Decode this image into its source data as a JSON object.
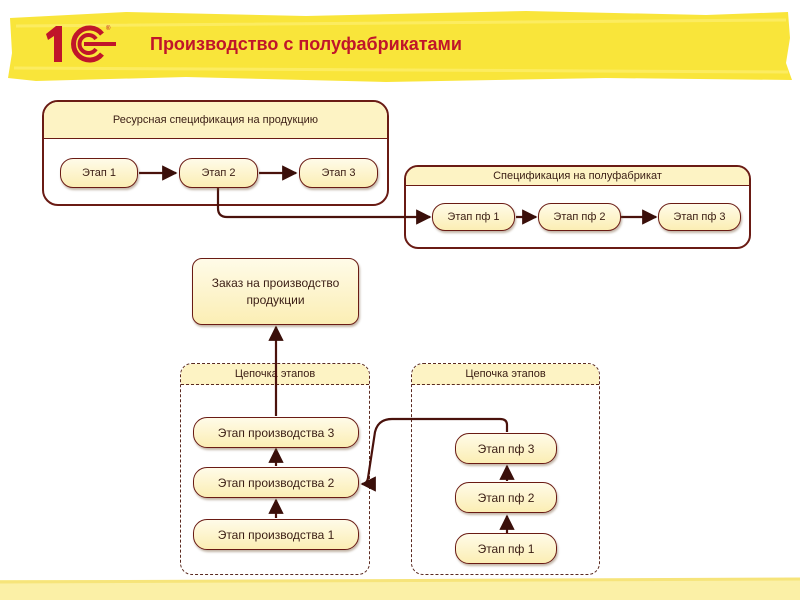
{
  "header": {
    "logo_text": "1С",
    "logo_mark": "®",
    "title": "Производство с полуфабрикатами",
    "band_color": "#f9e53a",
    "title_color": "#c0152a"
  },
  "resource_spec": {
    "label": "Ресурсная спецификация на продукцию",
    "stages": [
      "Этап  1",
      "Этап  2",
      "Этап  3"
    ]
  },
  "semi_spec": {
    "label": "Спецификация на полуфабрикат",
    "stages": [
      "Этап пф 1",
      "Этап пф 2",
      "Этап пф 3"
    ]
  },
  "order": {
    "label": "Заказ на производство продукции"
  },
  "chain_main": {
    "label": "Цепочка этапов",
    "stages": [
      "Этап производства 3",
      "Этап производства 2",
      "Этап производства 1"
    ]
  },
  "chain_semi": {
    "label": "Цепочка этапов",
    "stages": [
      "Этап пф 3",
      "Этап пф 2",
      "Этап пф 1"
    ]
  },
  "colors": {
    "stroke": "#6a1b14",
    "node_fill": "#fbeeb4",
    "header_fill": "#fdf3c4"
  }
}
